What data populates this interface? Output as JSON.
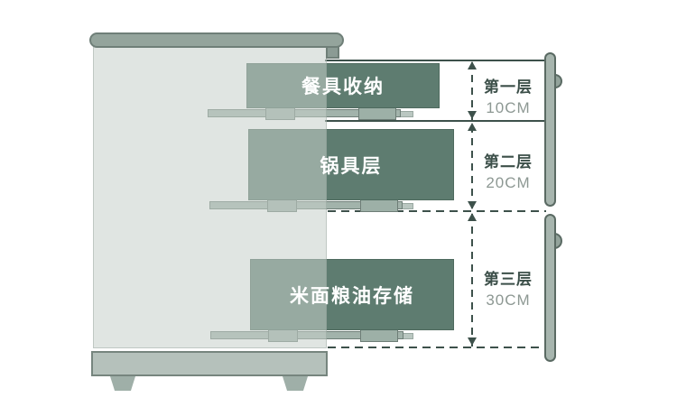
{
  "drawers": [
    {
      "label": "餐具收纳"
    },
    {
      "label": "锅具层"
    },
    {
      "label": "米面粮油存储"
    }
  ],
  "tiers": [
    {
      "name": "第一层",
      "size": "10CM"
    },
    {
      "name": "第二层",
      "size": "20CM"
    },
    {
      "name": "第三层",
      "size": "30CM"
    }
  ],
  "colors": {
    "drawer_green": "#5e7c70",
    "cabinet_gray": "#e2e7e3",
    "frame_green": "#94a49c",
    "line_dark": "#3d514b",
    "tier_name_text": "#3c4f49",
    "tier_size_text": "#8d9893",
    "drawer_text": "#ffffff"
  }
}
